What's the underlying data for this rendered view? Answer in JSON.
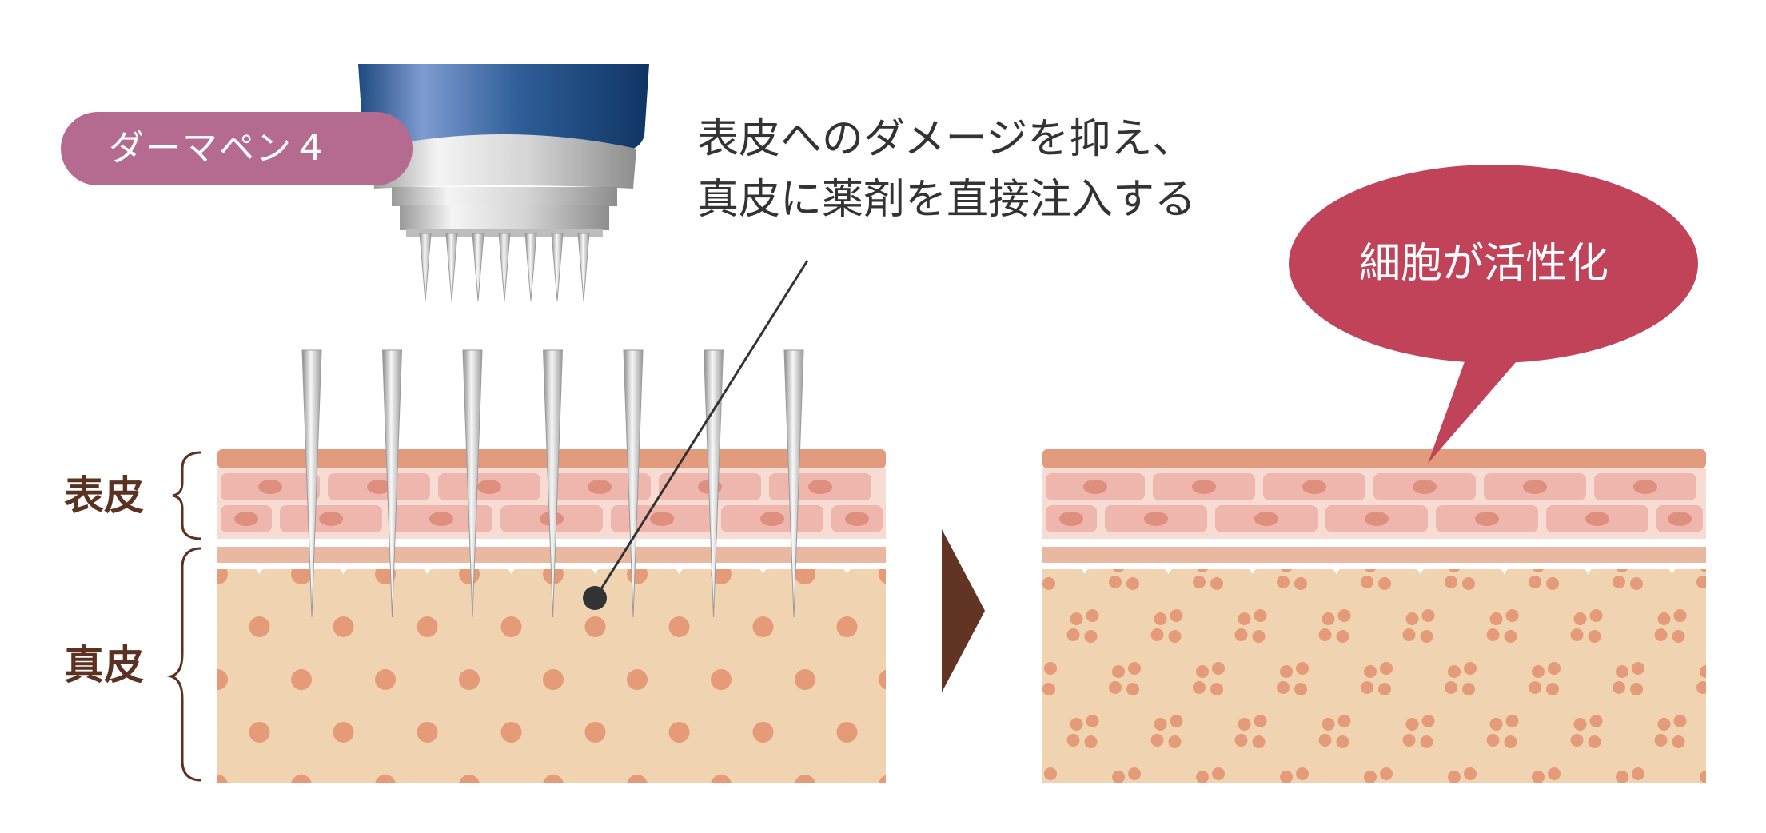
{
  "device": {
    "name": "ダーマペン４"
  },
  "caption": {
    "line1": "表皮へのダメージを抑え、",
    "line2": "真皮に薬剤を直接注入する"
  },
  "bubble": {
    "text": "細胞が活性化"
  },
  "layers": {
    "epidermis": "表皮",
    "dermis": "真皮"
  },
  "colors": {
    "brand_pill": "#b56a8f",
    "bubble": "#c0435a",
    "arrow": "#623424",
    "label_text": "#5b3221",
    "epidermis_top": "#e29b7d",
    "epidermis_cell": "#eeb6ad",
    "dermis_cell": "#f0d3b0",
    "nucleus": "#e59b78",
    "device_blue": "#2c5d92"
  }
}
